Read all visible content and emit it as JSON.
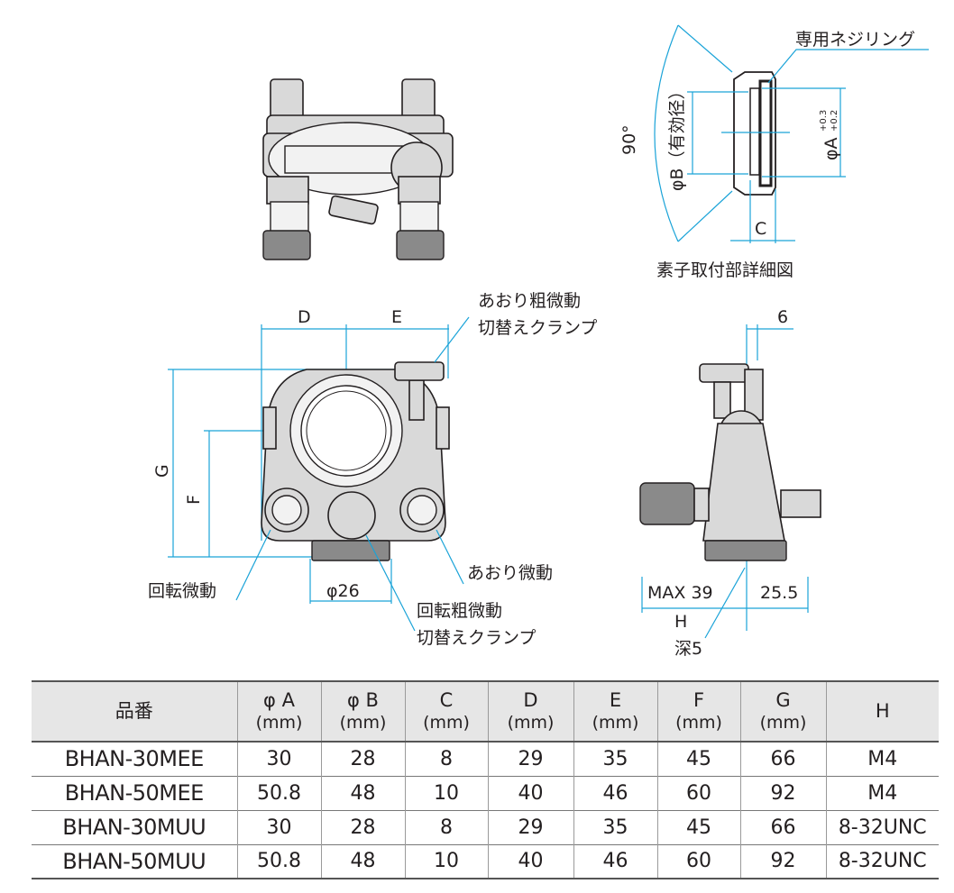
{
  "detail_view": {
    "ring_label": "専用ネジリング",
    "angle_label": "90°",
    "phiB_label": "φB（有効径）",
    "phiA_label": "φA",
    "phiA_tol_upper": "+0.3",
    "phiA_tol_lower": "+0.2",
    "c_label": "C",
    "title": "素子取付部詳細図"
  },
  "front_view": {
    "d_label": "D",
    "e_label": "E",
    "g_label": "G",
    "f_label": "F",
    "tilt_clamp_line1": "あおり粗微動",
    "tilt_clamp_line2": "切替えクランプ",
    "rotation_fine": "回転微動",
    "bore_label": "φ26",
    "tilt_fine": "あおり微動",
    "rotation_clamp_line1": "回転粗微動",
    "rotation_clamp_line2": "切替えクランプ"
  },
  "side_view": {
    "six_label": "6",
    "max_label": "MAX 39",
    "offset_label": "25.5",
    "h_label": "H",
    "depth_label": "深5"
  },
  "table": {
    "headers": [
      {
        "name": "品番",
        "unit": ""
      },
      {
        "name": "φ A",
        "unit": "(mm)"
      },
      {
        "name": "φ B",
        "unit": "(mm)"
      },
      {
        "name": "C",
        "unit": "(mm)"
      },
      {
        "name": "D",
        "unit": "(mm)"
      },
      {
        "name": "E",
        "unit": "(mm)"
      },
      {
        "name": "F",
        "unit": "(mm)"
      },
      {
        "name": "G",
        "unit": "(mm)"
      },
      {
        "name": "H",
        "unit": ""
      }
    ],
    "rows": [
      [
        "BHAN-30MEE",
        "30",
        "28",
        "8",
        "29",
        "35",
        "45",
        "66",
        "M4"
      ],
      [
        "BHAN-50MEE",
        "50.8",
        "48",
        "10",
        "40",
        "46",
        "60",
        "92",
        "M4"
      ],
      [
        "BHAN-30MUU",
        "30",
        "28",
        "8",
        "29",
        "35",
        "45",
        "66",
        "8-32UNC"
      ],
      [
        "BHAN-50MUU",
        "50.8",
        "48",
        "10",
        "40",
        "46",
        "60",
        "92",
        "8-32UNC"
      ]
    ]
  }
}
